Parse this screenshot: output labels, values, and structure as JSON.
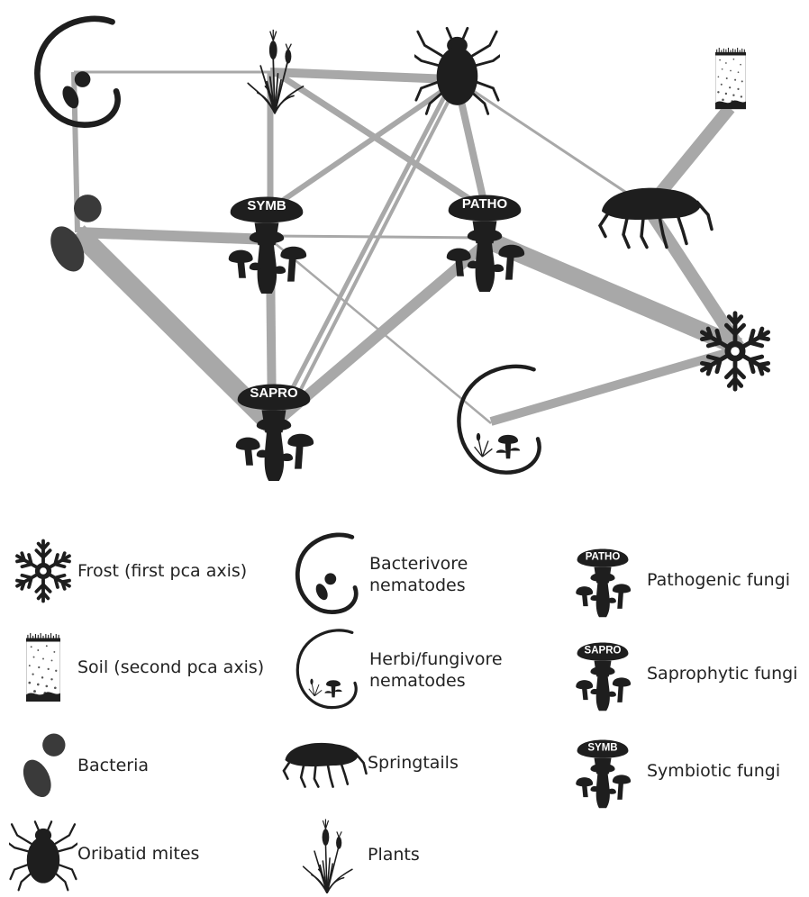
{
  "diagram": {
    "fungi_tags": {
      "symb": "SYMB",
      "patho": "PATHO",
      "sapro": "SAPRO"
    },
    "colors": {
      "link": "#a8a8a8",
      "icon": "#1e1e1e",
      "cap_text": "#ffffff"
    }
  },
  "legend": {
    "frost": "Frost (first pca axis)",
    "soil": "Soil (second pca axis)",
    "bacteria": "Bacteria",
    "mites": "Oribatid mites",
    "bacterivore_1": "Bacterivore",
    "bacterivore_2": "nematodes",
    "herbivore_1": "Herbi/fungivore",
    "herbivore_2": "nematodes",
    "springtails": "Springtails",
    "plants": "Plants",
    "patho": "Pathogenic fungi",
    "sapro": "Saprophytic fungi",
    "symb": "Symbiotic fungi"
  }
}
